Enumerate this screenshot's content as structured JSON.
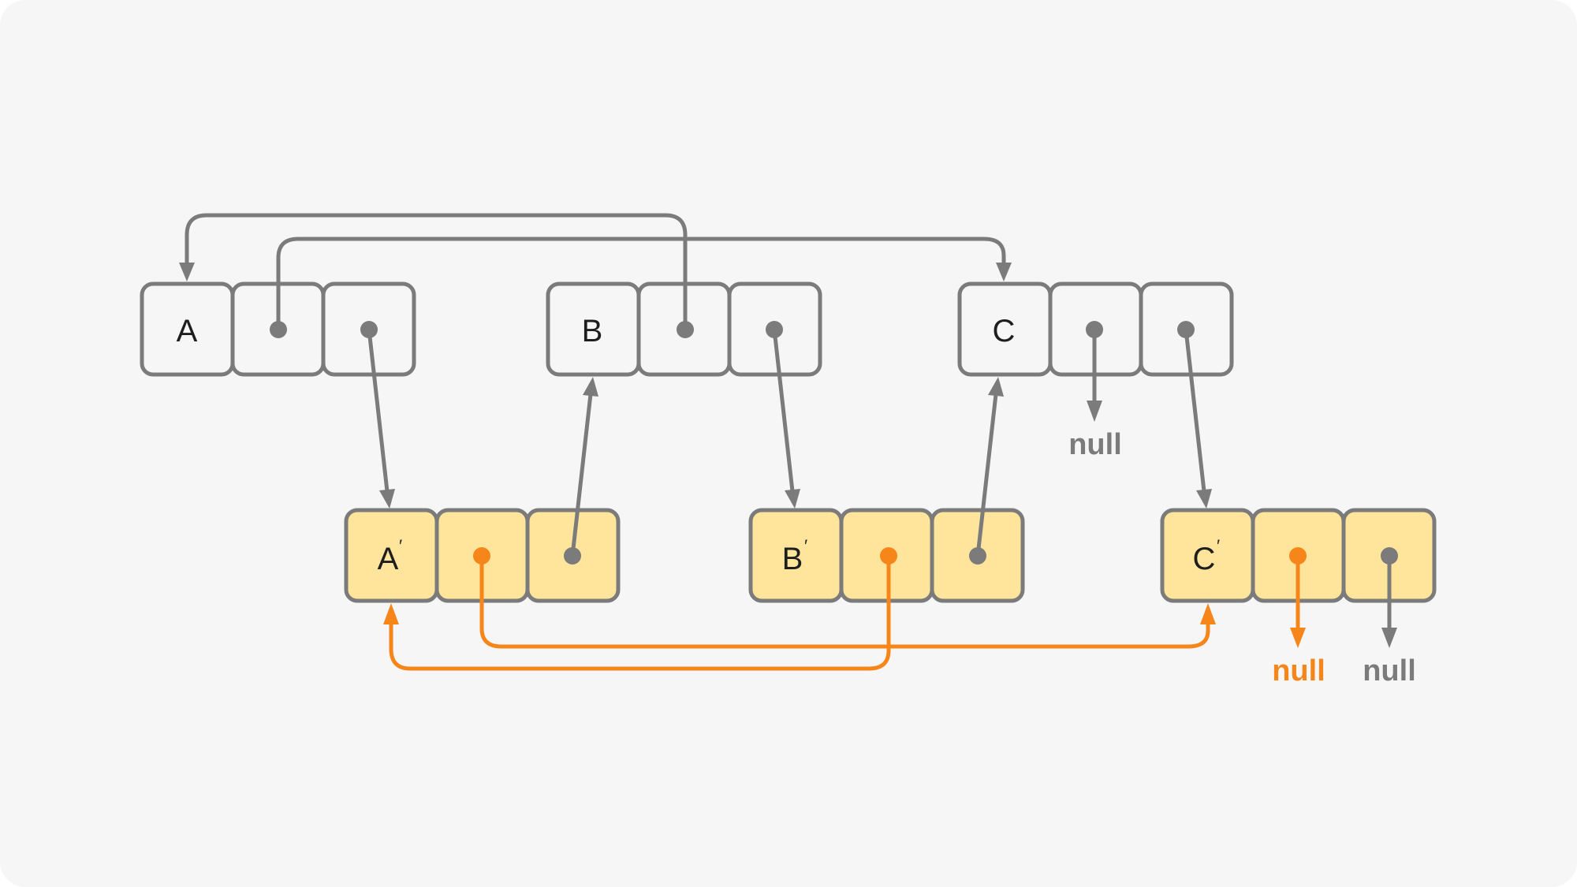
{
  "nodes": {
    "a": {
      "label": "A"
    },
    "b": {
      "label": "B"
    },
    "c": {
      "label": "C"
    },
    "a_copy": {
      "label": "A",
      "mark": "′"
    },
    "b_copy": {
      "label": "B",
      "mark": "′"
    },
    "c_copy": {
      "label": "C",
      "mark": "′"
    }
  },
  "null_labels": {
    "c_next": "null",
    "c_copy_random": "null",
    "c_copy_next": "null"
  },
  "colors": {
    "original_node_fill": "#f6f6f6",
    "copy_node_fill": "#fee59b",
    "border": "#7b7b7b",
    "random_pointer": "#f6861a"
  }
}
